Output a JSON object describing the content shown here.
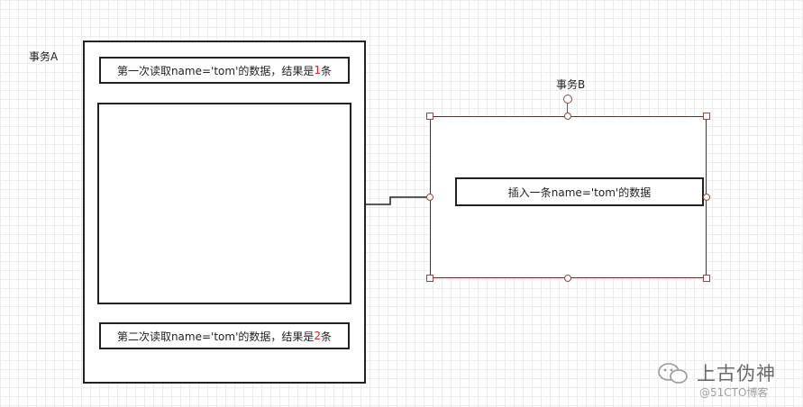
{
  "transaction_a": {
    "title": "事务A",
    "first_read": {
      "prefix": "第一次读取name='tom'的数据，结果是",
      "count": "1",
      "suffix": "条"
    },
    "second_read": {
      "prefix": "第二次读取name='tom'的数据，结果是",
      "count": "2",
      "suffix": "条"
    }
  },
  "transaction_b": {
    "title": "事务B",
    "insert": "插入一条name='tom'的数据"
  },
  "watermark": {
    "name": "上古伪神",
    "site": "@51CTO博客"
  },
  "colors": {
    "highlight": "#e02020",
    "selection_border": "#5a2a2a",
    "box_border": "#222222"
  }
}
